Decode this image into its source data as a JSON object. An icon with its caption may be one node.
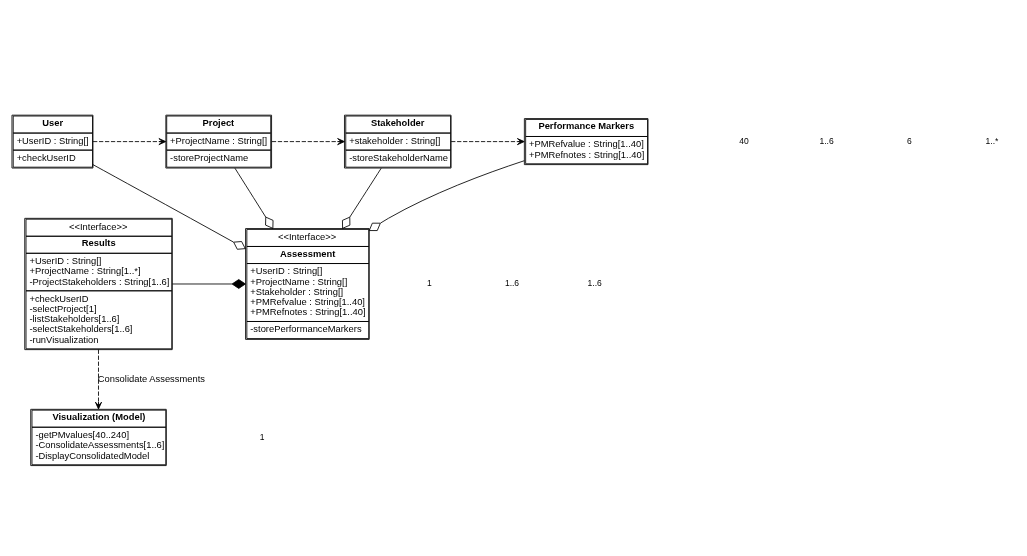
{
  "diagram": {
    "nodes": [
      {
        "text": [
          "User",
          "+UserID : String[]",
          "+checkUserID"
        ]
      },
      {
        "text": [
          "Project",
          "+ProjectName : String[]",
          "-storeProjectName"
        ]
      },
      {
        "text": [
          "Stakeholder",
          "+stakeholder : String[]",
          "-storeStakeholderName"
        ]
      },
      {
        "text": [
          "Performance Markers",
          "+PMRefvalue : String[1..40]",
          "+PMRefnotes : String[1..40]"
        ]
      },
      {
        "text": [
          "<<Interface>>",
          "Assessment",
          "+UserID : String[]",
          "+ProjectName : String[]",
          "+Stakeholder : String[]",
          "+PMRefvalue : String[1..40]",
          "+PMRefnotes : String[1..40]",
          "-storePerformanceMarkers"
        ]
      },
      {
        "text": [
          "<<Interface>>",
          "Results",
          "+UserID : String[]",
          "+ProjectName : String[1..*]",
          "-ProjectStakeholders : String[1..6]",
          "+checkUserID",
          "-selectProject[1]",
          "-listStakeholders[1..6]",
          "-selectStakeholders[1..6]",
          "-runVisualization"
        ]
      },
      {
        "text": [
          "Visualization (Model)",
          "-getPMvalues[40..240]",
          "-ConsolidateAssessments[1..6]",
          "-DisplayConsolidatedModel"
        ]
      }
    ],
    "edges": [
      {
        "from": 0,
        "to": 1,
        "arrow": "to",
        "style": "dashed"
      },
      {
        "from": 1,
        "to": 2,
        "arrow": "to",
        "style": "dashed"
      },
      {
        "from": 2,
        "to": 3,
        "arrow": "to",
        "style": "dashed"
      },
      {
        "from": 0,
        "to": 4,
        "arrow": "other"
      },
      {
        "from": 1,
        "to": 4,
        "arrow": "other"
      },
      {
        "from": 2,
        "to": 4,
        "arrow": "other"
      },
      {
        "from": 3,
        "to": 4,
        "arrow": "other"
      },
      {
        "from": 5,
        "to": 4,
        "arrow": "other"
      },
      {
        "from": 5,
        "to": 6,
        "arrow": "to",
        "style": "dashed",
        "label": "Consolidate Assessments"
      }
    ],
    "labels": [
      "1..*",
      "1..6",
      "6",
      "40",
      "1..6",
      "1",
      "1..6",
      "1"
    ]
  }
}
